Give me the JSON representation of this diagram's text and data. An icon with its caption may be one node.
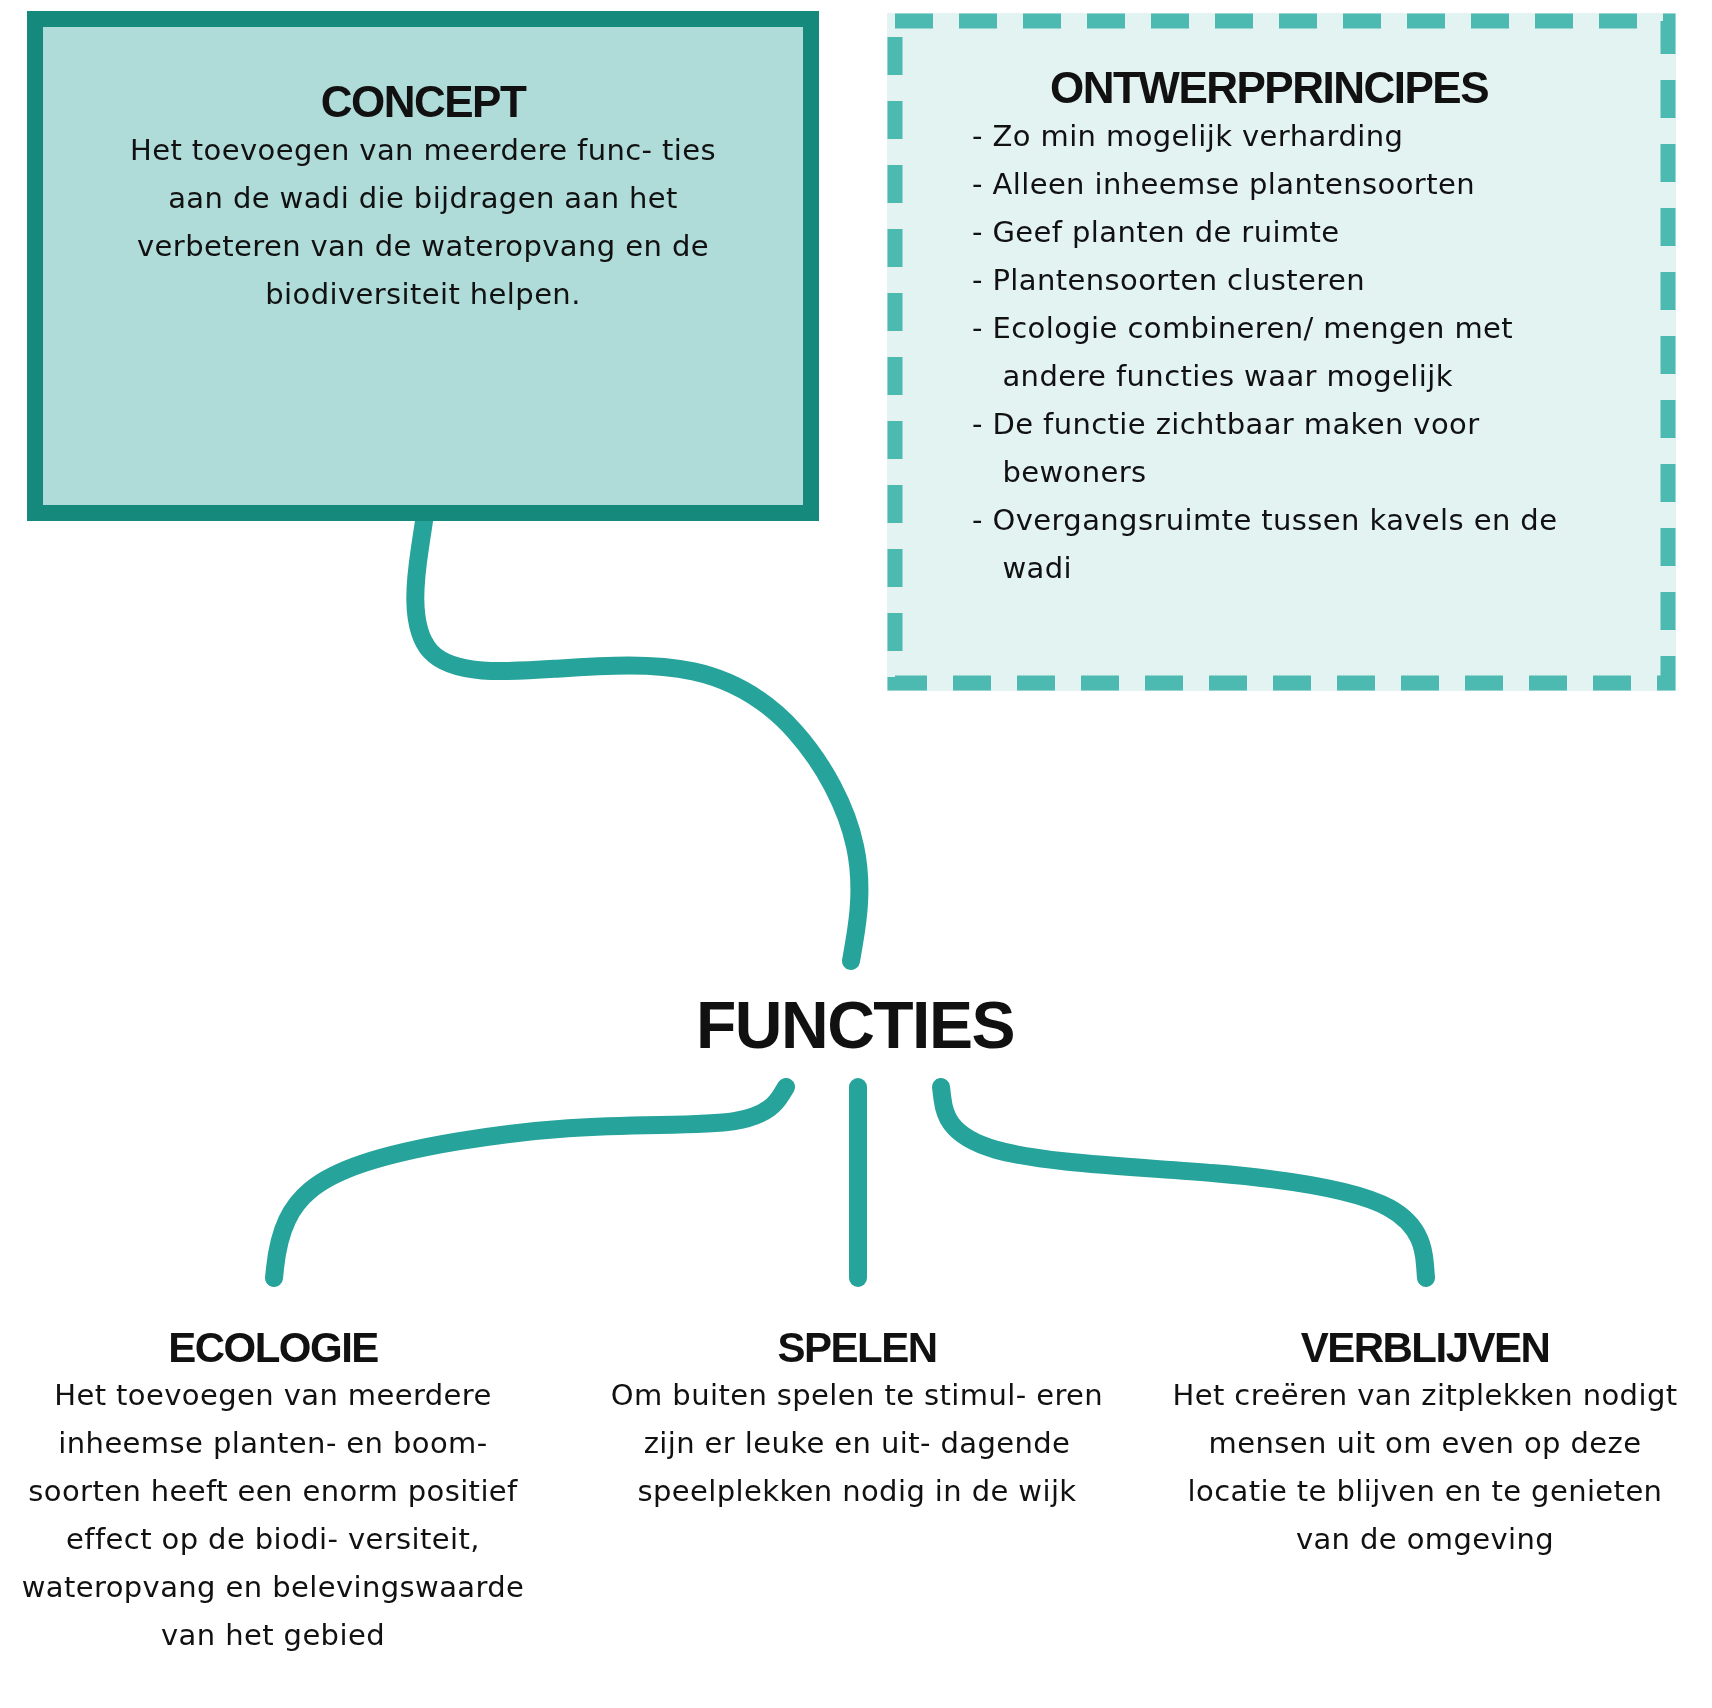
{
  "diagram": {
    "nodes": [
      {
        "text": [
          "CONCEPT",
          "Het toevoegen van meerdere func- ties aan de wadi die bijdragen aan het verbeteren van de wateropvang en de biodiversiteit helpen."
        ]
      },
      {
        "text": [
          "ONTWERPPRINCIPES",
          "- Zo min mogelijk verharding",
          "- Alleen inheemse plantensoorten",
          "- Geef planten de ruimte",
          "- Plantensoorten clusteren",
          "- Ecologie combineren/ mengen met andere functies waar mogelijk",
          "- De functie zichtbaar maken voor bewoners",
          "- Overgangsruimte tussen kavels en de wadi"
        ]
      },
      {
        "text": [
          "FUNCTIES"
        ]
      },
      {
        "text": [
          "ECOLOGIE",
          "Het toevoegen van meerdere inheemse planten- en boom- soorten heeft een enorm positief effect op de biodi- versiteit, wateropvang en belevingswaarde van het gebied"
        ]
      },
      {
        "text": [
          "SPELEN",
          "Om buiten spelen te stimul- eren zijn er leuke en uit- dagende speelplekken nodig in de wijk"
        ]
      },
      {
        "text": [
          "VERBLIJVEN",
          "Het creëren van zitplekken nodigt mensen uit om even op deze locatie te blijven en te genieten van de omgeving"
        ]
      }
    ],
    "edges": [
      {
        "from": 0,
        "to": 2,
        "arrow": "none"
      },
      {
        "from": 2,
        "to": 3,
        "arrow": "none"
      },
      {
        "from": 2,
        "to": 4,
        "arrow": "none"
      },
      {
        "from": 2,
        "to": 5,
        "arrow": "none"
      }
    ]
  }
}
